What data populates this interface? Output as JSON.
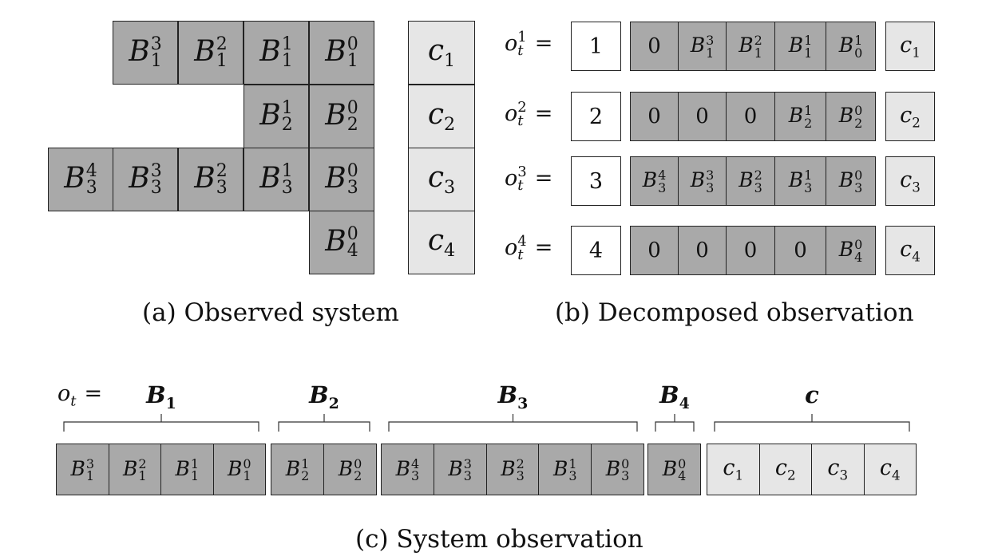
{
  "captions": {
    "a": "(a)  Observed system",
    "b": "(b)  Decomposed observation",
    "c": "(c)  System observation"
  },
  "panel_a": {
    "rows": [
      [
        "B13",
        "B12",
        "B11",
        "B10"
      ],
      [
        "B21",
        "B20"
      ],
      [
        "B34",
        "B33",
        "B32",
        "B31",
        "B30"
      ],
      [
        "B40"
      ]
    ],
    "c_column": [
      "c1",
      "c2",
      "c3",
      "c4"
    ]
  },
  "panel_b": {
    "rows": [
      {
        "label": "o_t^1 =",
        "index": "1",
        "cells": [
          "0",
          "B13",
          "B12",
          "B11",
          "B01"
        ],
        "c": "c1"
      },
      {
        "label": "o_t^2 =",
        "index": "2",
        "cells": [
          "0",
          "0",
          "0",
          "B21",
          "B20"
        ],
        "c": "c2"
      },
      {
        "label": "o_t^3 =",
        "index": "3",
        "cells": [
          "B34",
          "B33",
          "B32",
          "B31",
          "B30"
        ],
        "c": "c3"
      },
      {
        "label": "o_t^4 =",
        "index": "4",
        "cells": [
          "0",
          "0",
          "0",
          "0",
          "B40"
        ],
        "c": "c4"
      }
    ]
  },
  "panel_c": {
    "label": "o_t =",
    "groups": [
      {
        "name": "B1",
        "cells": [
          "B13",
          "B12",
          "B11",
          "B10"
        ]
      },
      {
        "name": "B2",
        "cells": [
          "B21",
          "B20"
        ]
      },
      {
        "name": "B3",
        "cells": [
          "B34",
          "B33",
          "B32",
          "B31",
          "B30"
        ]
      },
      {
        "name": "B4",
        "cells": [
          "B40"
        ]
      },
      {
        "name": "c",
        "cells": [
          "c1",
          "c2",
          "c3",
          "c4"
        ]
      }
    ]
  },
  "colors": {
    "block": "#a9a9a9",
    "c_cell": "#e6e6e6",
    "index_cell": "#ffffff",
    "border": "#222222"
  }
}
